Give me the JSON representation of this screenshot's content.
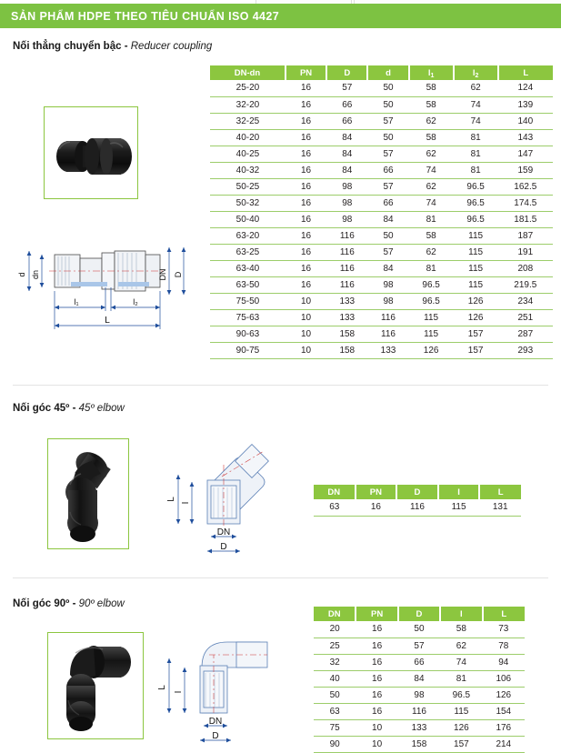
{
  "banner": {
    "title": "SẢN PHẨM HDPE THEO TIÊU CHUẨN ISO 4427",
    "bg": "#7dc242",
    "text_color": "#ffffff"
  },
  "theme": {
    "header_green": "#8cc63f",
    "row_line_green": "#9ccd6a",
    "frame_green": "#8cc63f",
    "divider_gray": "#e3e3e3"
  },
  "sections": [
    {
      "id": "reducer-coupling",
      "title_vn": "Nối thẳng chuyển bậc",
      "separator": "-",
      "title_en": "Reducer coupling",
      "drawing_labels": [
        "d",
        "dn",
        "DN",
        "D",
        "l1",
        "l2",
        "L"
      ],
      "table": {
        "columns": [
          "DN-dn",
          "PN",
          "D",
          "d",
          "l1",
          "l2",
          "L"
        ],
        "columns_display": [
          "DN-dn",
          "PN",
          "D",
          "d",
          "l₁",
          "l₂",
          "L"
        ],
        "rows": [
          [
            "25-20",
            "16",
            "57",
            "50",
            "58",
            "62",
            "124"
          ],
          [
            "32-20",
            "16",
            "66",
            "50",
            "58",
            "74",
            "139"
          ],
          [
            "32-25",
            "16",
            "66",
            "57",
            "62",
            "74",
            "140"
          ],
          [
            "40-20",
            "16",
            "84",
            "50",
            "58",
            "81",
            "143"
          ],
          [
            "40-25",
            "16",
            "84",
            "57",
            "62",
            "81",
            "147"
          ],
          [
            "40-32",
            "16",
            "84",
            "66",
            "74",
            "81",
            "159"
          ],
          [
            "50-25",
            "16",
            "98",
            "57",
            "62",
            "96.5",
            "162.5"
          ],
          [
            "50-32",
            "16",
            "98",
            "66",
            "74",
            "96.5",
            "174.5"
          ],
          [
            "50-40",
            "16",
            "98",
            "84",
            "81",
            "96.5",
            "181.5"
          ],
          [
            "63-20",
            "16",
            "116",
            "50",
            "58",
            "115",
            "187"
          ],
          [
            "63-25",
            "16",
            "116",
            "57",
            "62",
            "115",
            "191"
          ],
          [
            "63-40",
            "16",
            "116",
            "84",
            "81",
            "115",
            "208"
          ],
          [
            "63-50",
            "16",
            "116",
            "98",
            "96.5",
            "115",
            "219.5"
          ],
          [
            "75-50",
            "10",
            "133",
            "98",
            "96.5",
            "126",
            "234"
          ],
          [
            "75-63",
            "10",
            "133",
            "116",
            "115",
            "126",
            "251"
          ],
          [
            "90-63",
            "10",
            "158",
            "116",
            "115",
            "157",
            "287"
          ],
          [
            "90-75",
            "10",
            "158",
            "133",
            "126",
            "157",
            "293"
          ]
        ]
      }
    },
    {
      "id": "elbow-45",
      "title_vn": "Nối góc 45º",
      "separator": "-",
      "title_en": "45º elbow",
      "drawing_labels": [
        "L",
        "I",
        "DN",
        "D"
      ],
      "table": {
        "columns": [
          "DN",
          "PN",
          "D",
          "I",
          "L"
        ],
        "columns_display": [
          "DN",
          "PN",
          "D",
          "I",
          "L"
        ],
        "rows": [
          [
            "63",
            "16",
            "116",
            "115",
            "131"
          ]
        ]
      }
    },
    {
      "id": "elbow-90",
      "title_vn": "Nối góc 90º",
      "separator": "-",
      "title_en": "90º elbow",
      "drawing_labels": [
        "L",
        "I",
        "DN",
        "D"
      ],
      "table": {
        "columns": [
          "DN",
          "PN",
          "D",
          "I",
          "L"
        ],
        "columns_display": [
          "DN",
          "PN",
          "D",
          "I",
          "L"
        ],
        "rows": [
          [
            "20",
            "16",
            "50",
            "58",
            "73"
          ],
          [
            "25",
            "16",
            "57",
            "62",
            "78"
          ],
          [
            "32",
            "16",
            "66",
            "74",
            "94"
          ],
          [
            "40",
            "16",
            "84",
            "81",
            "106"
          ],
          [
            "50",
            "16",
            "98",
            "96.5",
            "126"
          ],
          [
            "63",
            "16",
            "116",
            "115",
            "154"
          ],
          [
            "75",
            "10",
            "133",
            "126",
            "176"
          ],
          [
            "90",
            "10",
            "158",
            "157",
            "214"
          ]
        ]
      }
    }
  ]
}
